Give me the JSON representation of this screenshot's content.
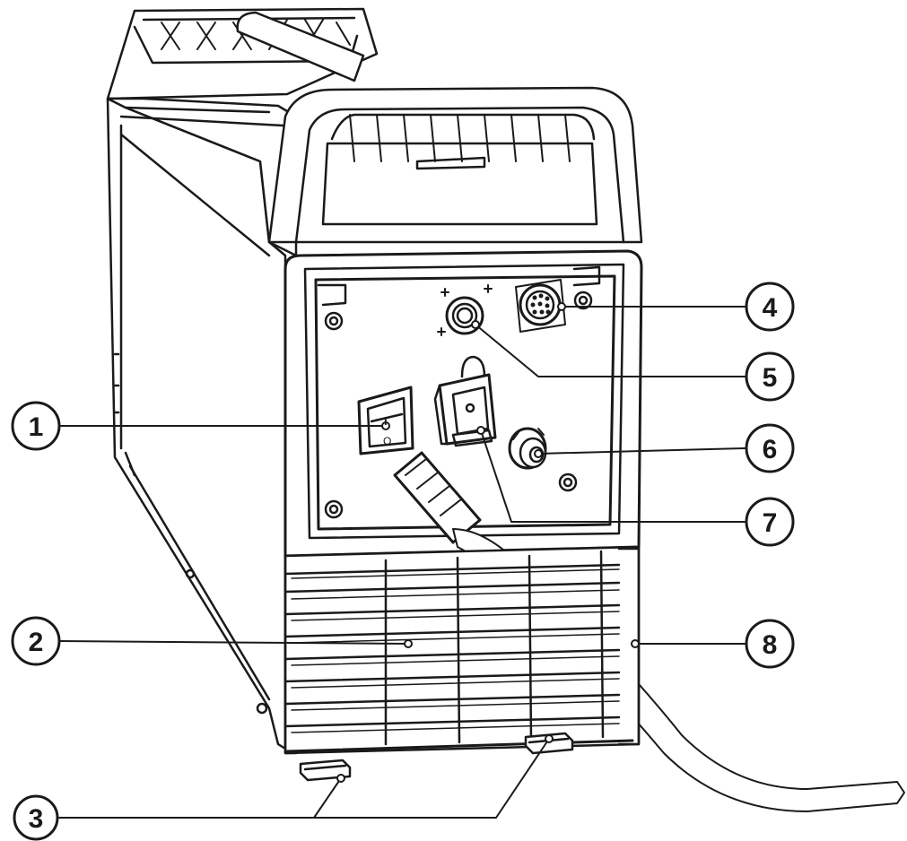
{
  "callouts": [
    {
      "id": "1",
      "label": "1"
    },
    {
      "id": "2",
      "label": "2"
    },
    {
      "id": "3",
      "label": "3"
    },
    {
      "id": "4",
      "label": "4"
    },
    {
      "id": "5",
      "label": "5"
    },
    {
      "id": "6",
      "label": "6"
    },
    {
      "id": "7",
      "label": "7"
    },
    {
      "id": "8",
      "label": "8"
    }
  ],
  "switch": {
    "on_mark": "I",
    "off_mark": "O"
  },
  "colors": {
    "line": "#1a1a1a",
    "shade": "#e6e6e6",
    "fill": "#ffffff"
  }
}
